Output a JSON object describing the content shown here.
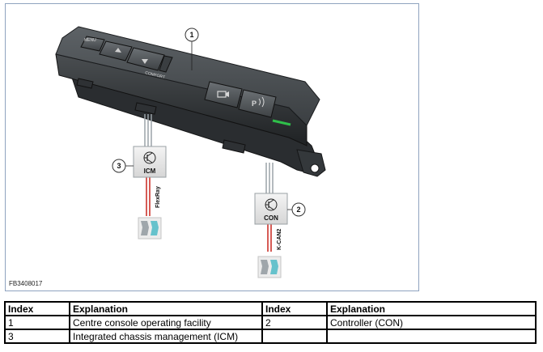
{
  "diagram": {
    "figure_code": "FB3408017",
    "callouts": [
      "1",
      "2",
      "3"
    ],
    "button_labels": {
      "menu": "MENU",
      "comfort": "COMFORT"
    },
    "icm_box": {
      "label": "ICM",
      "bus": "FlexRay"
    },
    "con_box": {
      "label": "CON",
      "bus": "K-CAN2"
    },
    "icons": [
      "transistor-icon",
      "network-connector-icon",
      "camera-view-icon",
      "park-assist-icon",
      "up-arrow-icon",
      "down-arrow-icon"
    ],
    "colors": {
      "wire": "#c8251e",
      "frame_border": "#8fa3bf",
      "led": "#2fbf4a",
      "connector_fill": "#66c2cc"
    }
  },
  "table": {
    "headers": [
      "Index",
      "Explanation",
      "Index",
      "Explanation"
    ],
    "rows": [
      [
        "1",
        "Centre console operating facility",
        "2",
        "Controller (CON)"
      ],
      [
        "3",
        "Integrated chassis management (ICM)",
        "",
        ""
      ]
    ]
  }
}
